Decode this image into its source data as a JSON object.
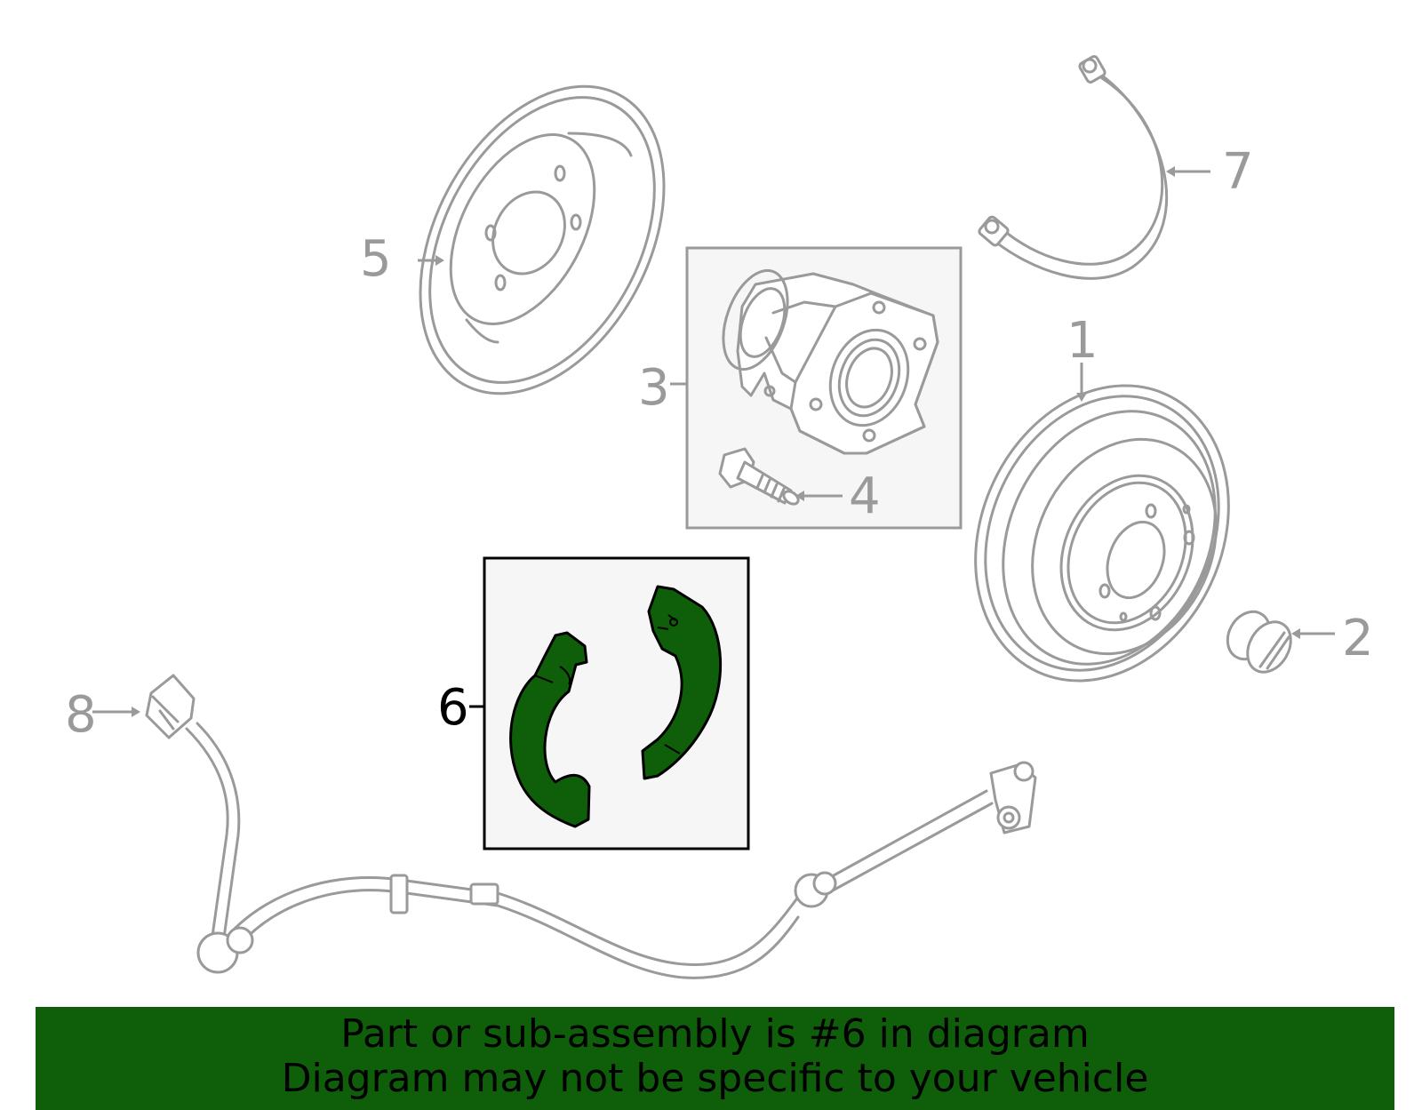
{
  "callouts": {
    "c1": "1",
    "c2": "2",
    "c3": "3",
    "c4": "4",
    "c5": "5",
    "c6": "6",
    "c7": "7",
    "c8": "8"
  },
  "highlight_part": "6",
  "colors": {
    "highlight": "#0f5f0a",
    "line": "#9a9a9a",
    "box_background": "#f6f6f6"
  },
  "footer": {
    "line1": "Part or sub-assembly is #6 in diagram",
    "line2": "Diagram may not be specific to your vehicle"
  }
}
